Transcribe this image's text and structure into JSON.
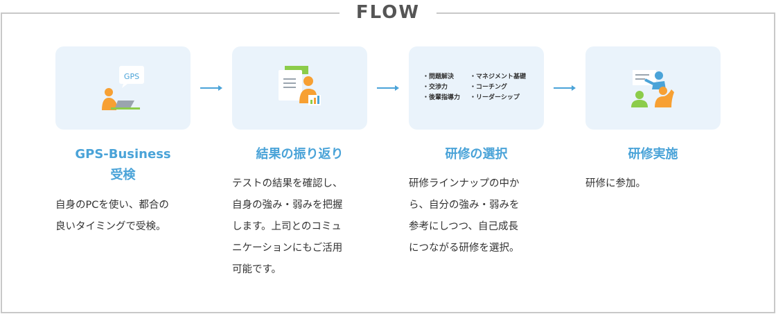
{
  "header": {
    "title": "FLOW"
  },
  "steps": [
    {
      "title_line1": "GPS-Business",
      "title_line2": "受検",
      "icon": "person-laptop-gps-icon",
      "desc": [
        "自身のPCを使い、都合の",
        "良いタイミングで受検。"
      ],
      "bubble": "GPS"
    },
    {
      "title_line1": "結果の振り返り",
      "icon": "report-review-icon",
      "desc": [
        "テストの結果を確認し、",
        "自身の強み・弱みを把握",
        "します。上司とのコミュ",
        "ニケーションにもご活用",
        "可能です。"
      ]
    },
    {
      "title_line1": "研修の選択",
      "icon": "course-list-icon",
      "desc": [
        "研修ラインナップの中か",
        "ら、自分の強み・弱みを",
        "参考にしつつ、自己成長",
        "につながる研修を選択。"
      ],
      "skills_left": [
        "・問題解決",
        "・交渉力",
        "・後輩指導力"
      ],
      "skills_right": [
        "・マネジメント基礎",
        "・コーチング",
        "・リーダーシップ"
      ]
    },
    {
      "title_line1": "研修実施",
      "icon": "training-session-icon",
      "desc": [
        "研修に参加。"
      ]
    }
  ],
  "colors": {
    "accent": "#4aa3d8",
    "orange": "#f7a033",
    "green": "#8ccc4a",
    "card_bg": "#eaf3fb",
    "border": "#c8c8c8"
  }
}
